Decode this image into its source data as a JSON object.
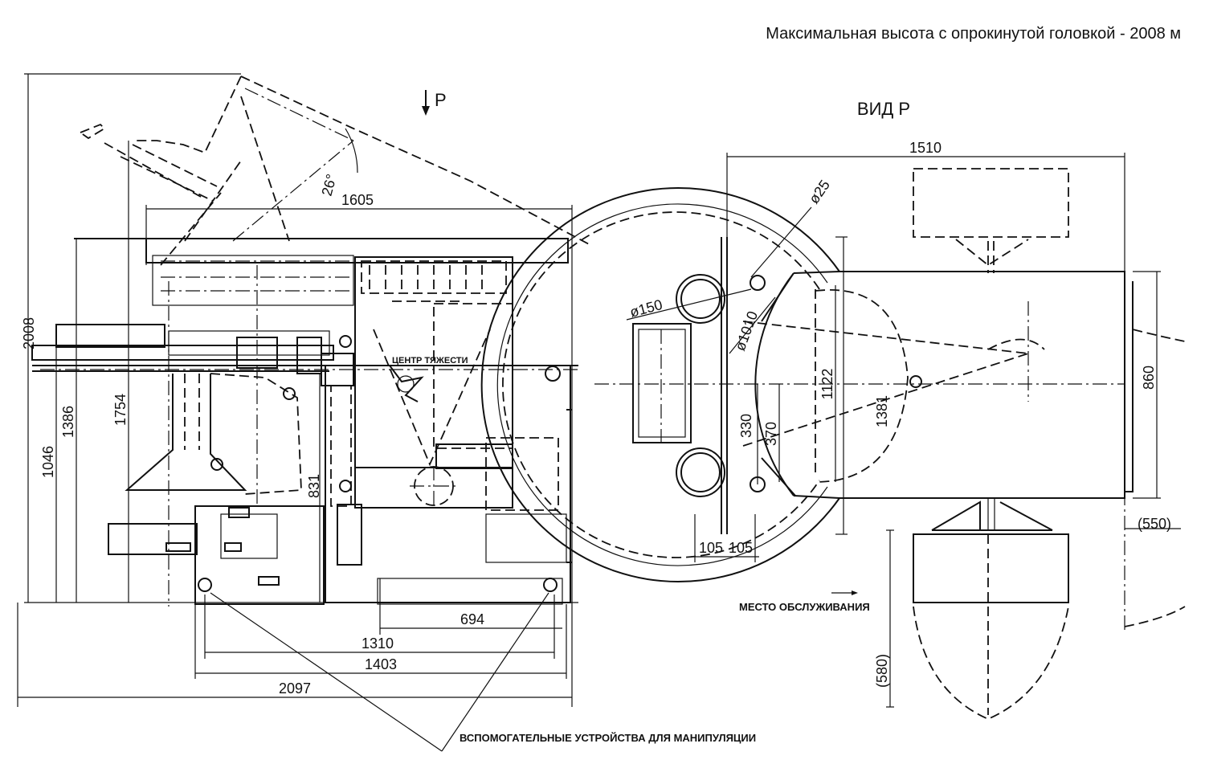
{
  "header": {
    "max_height_note": "Максимальная высота с опрокинутой головкой - 2008 м"
  },
  "side_view": {
    "arrow_label": "Р",
    "angle": "26°",
    "cg_label": "ЦЕНТР ТЯЖЕСТИ",
    "dims": {
      "d1605": "1605",
      "d2008": "2008",
      "d1386": "1386",
      "d1046": "1046",
      "d1754": "1754",
      "d831": "831",
      "d694": "694",
      "d1310": "1310",
      "d1403": "1403",
      "d2097": "2097"
    }
  },
  "view_p": {
    "title": "ВИД Р",
    "dims": {
      "d1510": "1510",
      "d25": "ø25",
      "d150": "ø150",
      "d1010": "ø1010",
      "d1122": "1122",
      "d1381": "1381",
      "d330": "330",
      "d370": "370",
      "d860": "860",
      "d105a": "105",
      "d105b": "105",
      "d550": "(550)",
      "d580": "(580)"
    },
    "service_label": "МЕСТО ОБСЛУЖИВАНИЯ"
  },
  "footer": {
    "aux_devices": "ВСПОМОГАТЕЛЬНЫЕ УСТРОЙСТВА ДЛЯ  МАНИПУЛЯЦИИ"
  }
}
